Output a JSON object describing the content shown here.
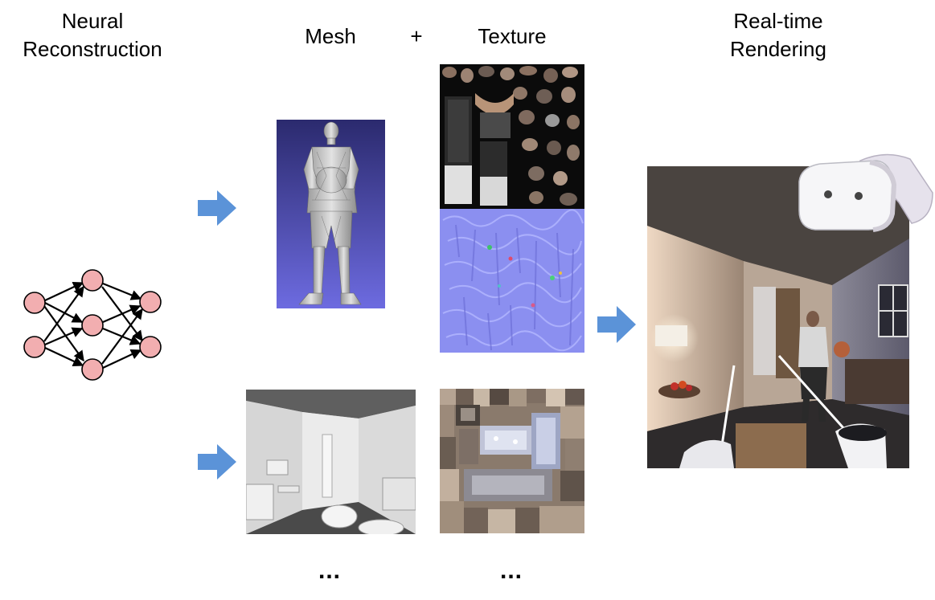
{
  "headings": {
    "neural_line1": "Neural",
    "neural_line2": "Reconstruction",
    "mesh": "Mesh",
    "plus": "+",
    "texture": "Texture",
    "realtime_line1": "Real-time",
    "realtime_line2": "Rendering"
  },
  "ellipsis": {
    "mesh": "...",
    "texture": "..."
  },
  "colors": {
    "node_fill": "#f2aeb0",
    "node_stroke": "#000000",
    "arrow": "#5b93d8",
    "normal_map": "#8b8ff0",
    "mesh_bg": "#4b4aa8"
  },
  "network": {
    "layers": [
      2,
      3,
      2
    ]
  }
}
